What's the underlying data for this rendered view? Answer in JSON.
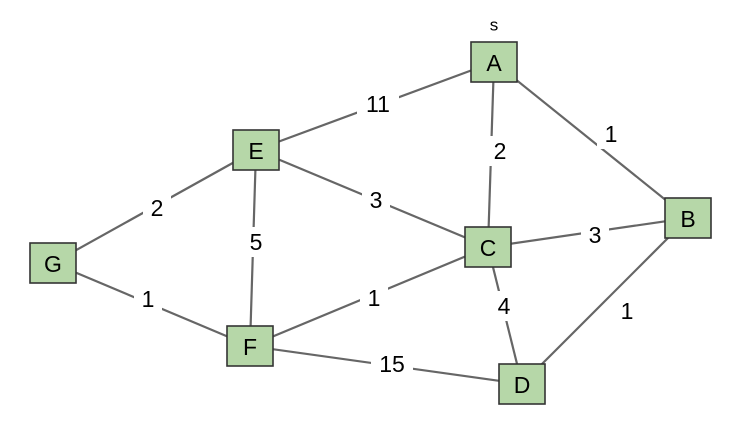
{
  "graph": {
    "node_fill": "#b6d7a8",
    "node_border": "#333333",
    "edge_color": "#666666",
    "source_marker": "s",
    "nodes": [
      {
        "id": "A",
        "label": "A"
      },
      {
        "id": "B",
        "label": "B"
      },
      {
        "id": "C",
        "label": "C"
      },
      {
        "id": "D",
        "label": "D"
      },
      {
        "id": "E",
        "label": "E"
      },
      {
        "id": "F",
        "label": "F"
      },
      {
        "id": "G",
        "label": "G"
      }
    ],
    "edges": [
      {
        "from": "E",
        "to": "A",
        "weight": "11"
      },
      {
        "from": "A",
        "to": "C",
        "weight": "2"
      },
      {
        "from": "A",
        "to": "B",
        "weight": "1"
      },
      {
        "from": "G",
        "to": "E",
        "weight": "2"
      },
      {
        "from": "E",
        "to": "F",
        "weight": "5"
      },
      {
        "from": "E",
        "to": "C",
        "weight": "3"
      },
      {
        "from": "C",
        "to": "B",
        "weight": "3"
      },
      {
        "from": "G",
        "to": "F",
        "weight": "1"
      },
      {
        "from": "F",
        "to": "C",
        "weight": "1"
      },
      {
        "from": "C",
        "to": "D",
        "weight": "4"
      },
      {
        "from": "D",
        "to": "B",
        "weight": "1"
      },
      {
        "from": "F",
        "to": "D",
        "weight": "15"
      }
    ]
  }
}
